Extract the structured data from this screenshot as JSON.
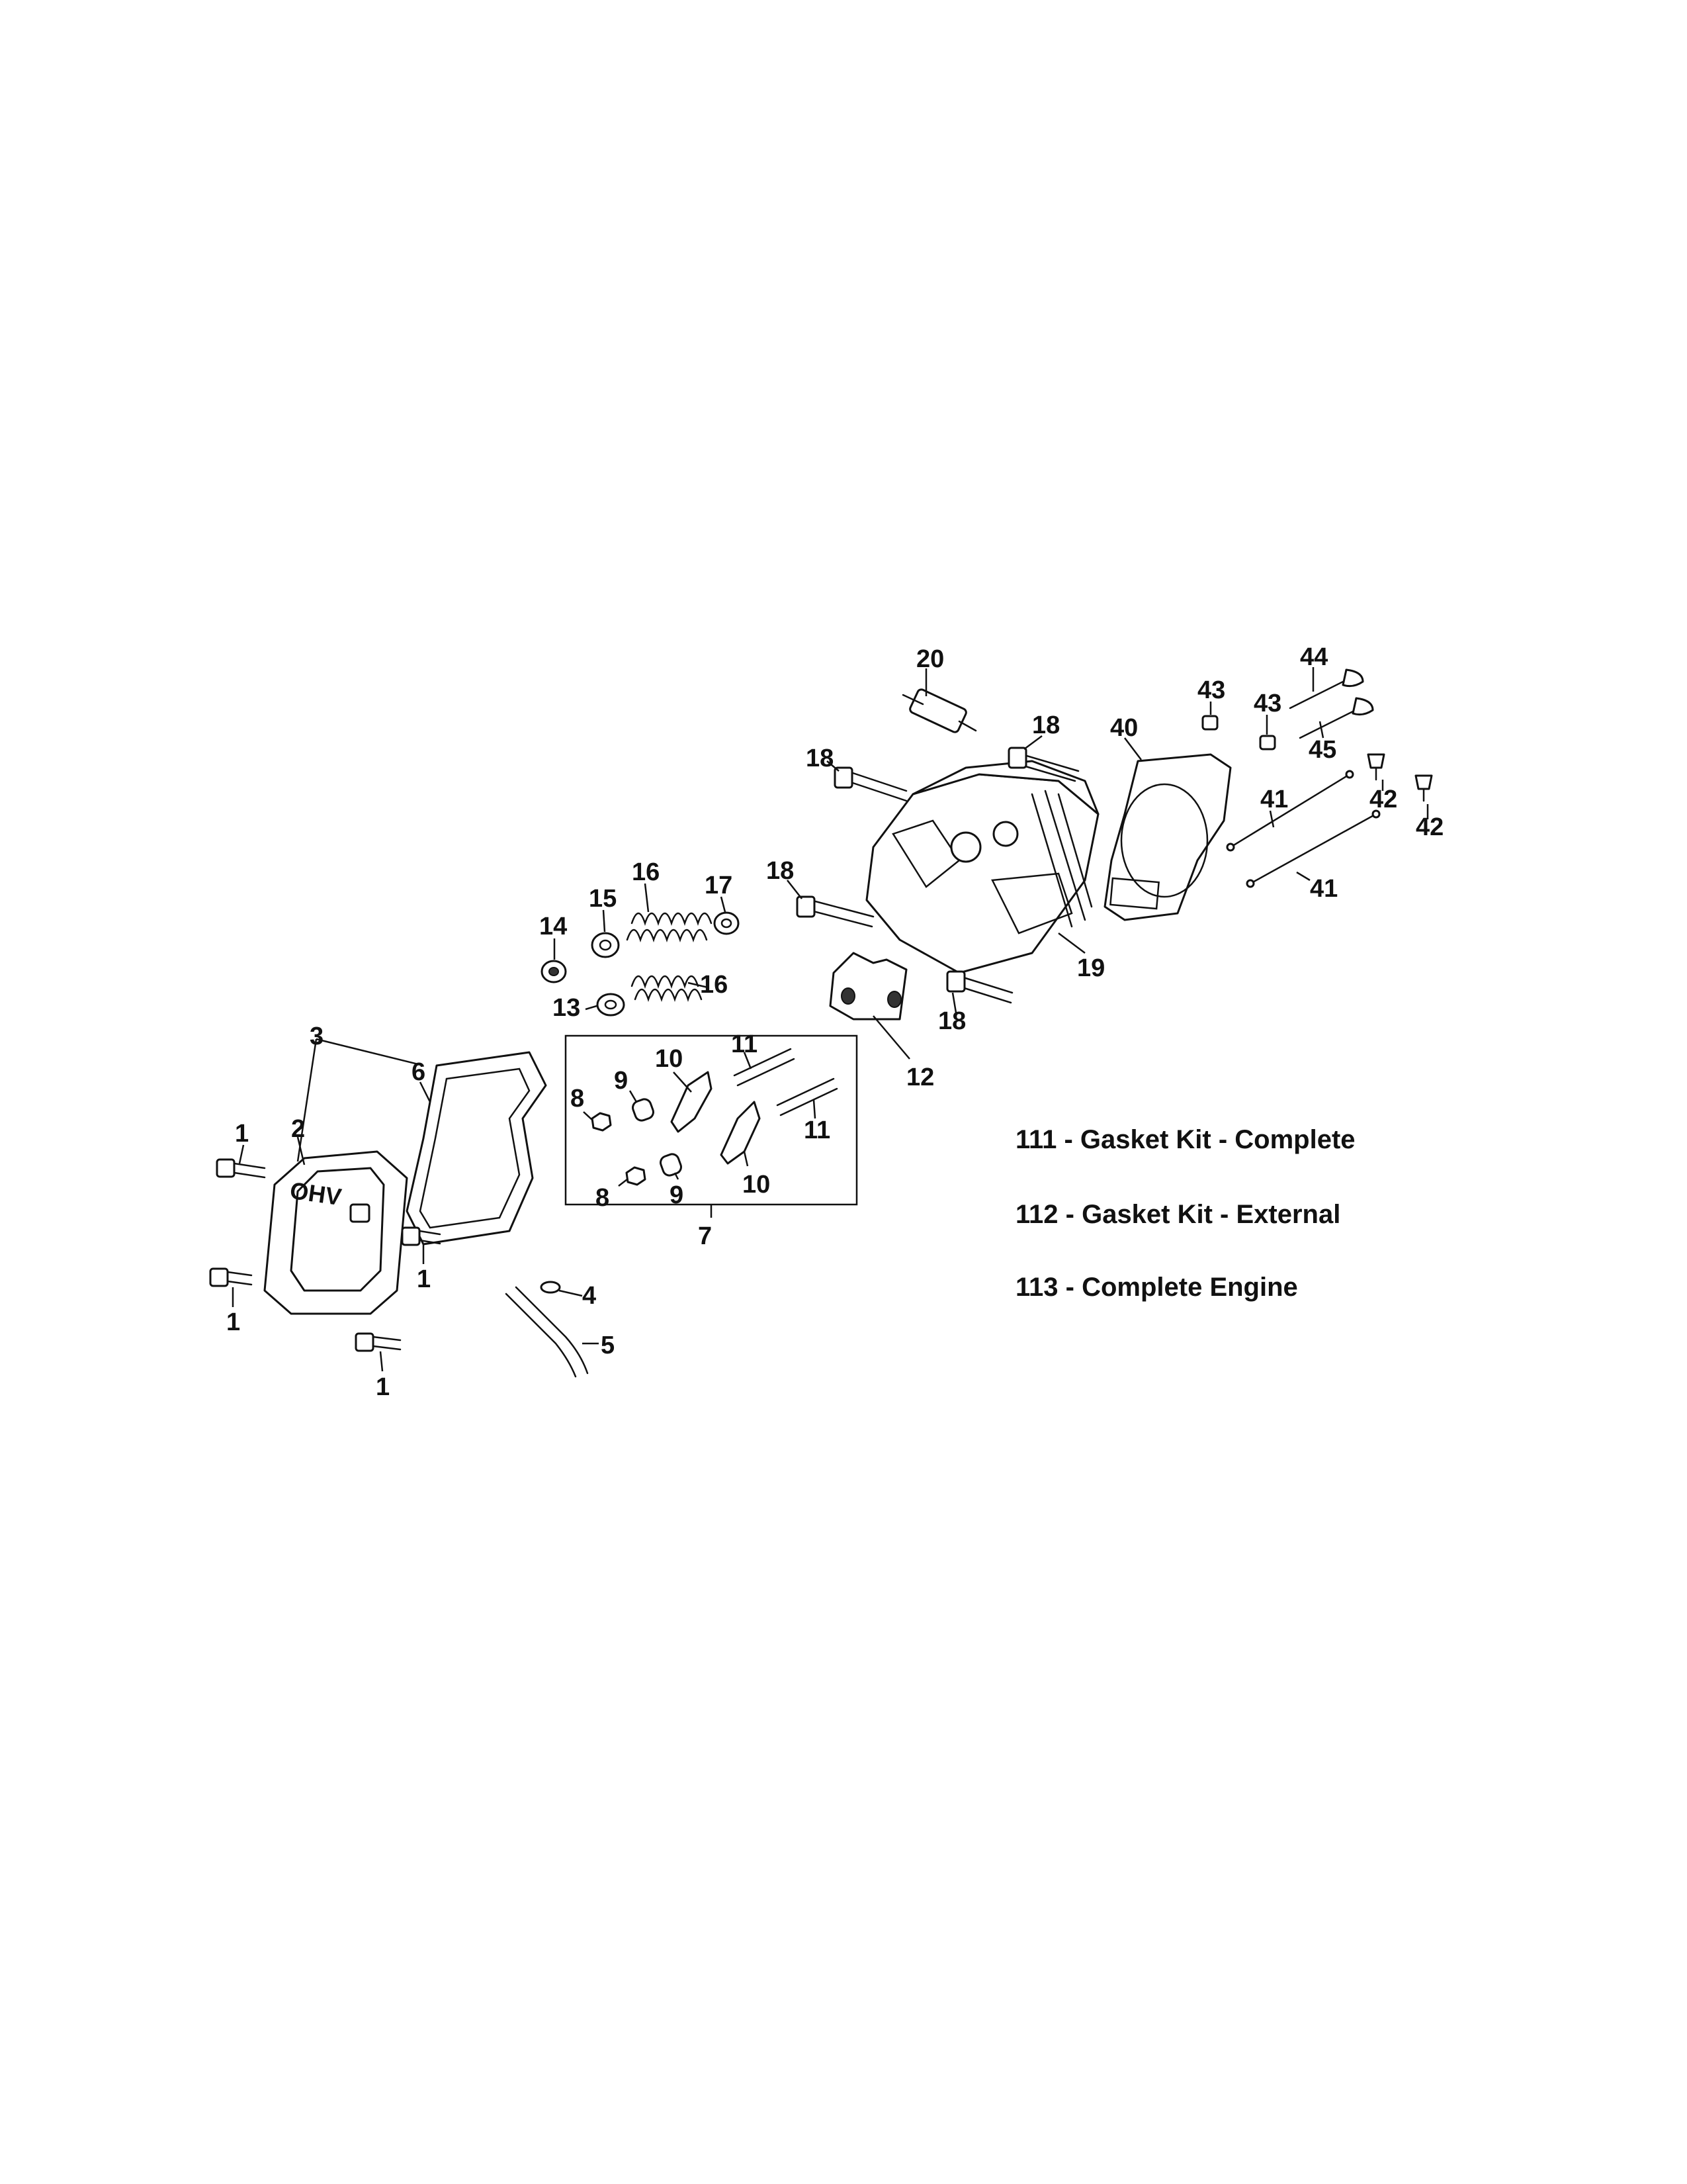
{
  "callouts": {
    "c1a": "1",
    "c1b": "1",
    "c1c": "1",
    "c1d": "1",
    "c2": "2",
    "c3": "3",
    "c4": "4",
    "c5": "5",
    "c6": "6",
    "c7": "7",
    "c8a": "8",
    "c8b": "8",
    "c9a": "9",
    "c9b": "9",
    "c10a": "10",
    "c10b": "10",
    "c11a": "11",
    "c11b": "11",
    "c12": "12",
    "c13": "13",
    "c14": "14",
    "c15": "15",
    "c16a": "16",
    "c16b": "16",
    "c17": "17",
    "c18a": "18",
    "c18b": "18",
    "c18c": "18",
    "c18d": "18",
    "c19": "19",
    "c20": "20",
    "c40": "40",
    "c41a": "41",
    "c41b": "41",
    "c42a": "42",
    "c42b": "42",
    "c43a": "43",
    "c43b": "43",
    "c44": "44",
    "c45": "45"
  },
  "cover_logo": "OHV",
  "legend": [
    "111 - Gasket Kit - Complete",
    "112 - Gasket Kit - External",
    "113 - Complete Engine"
  ]
}
